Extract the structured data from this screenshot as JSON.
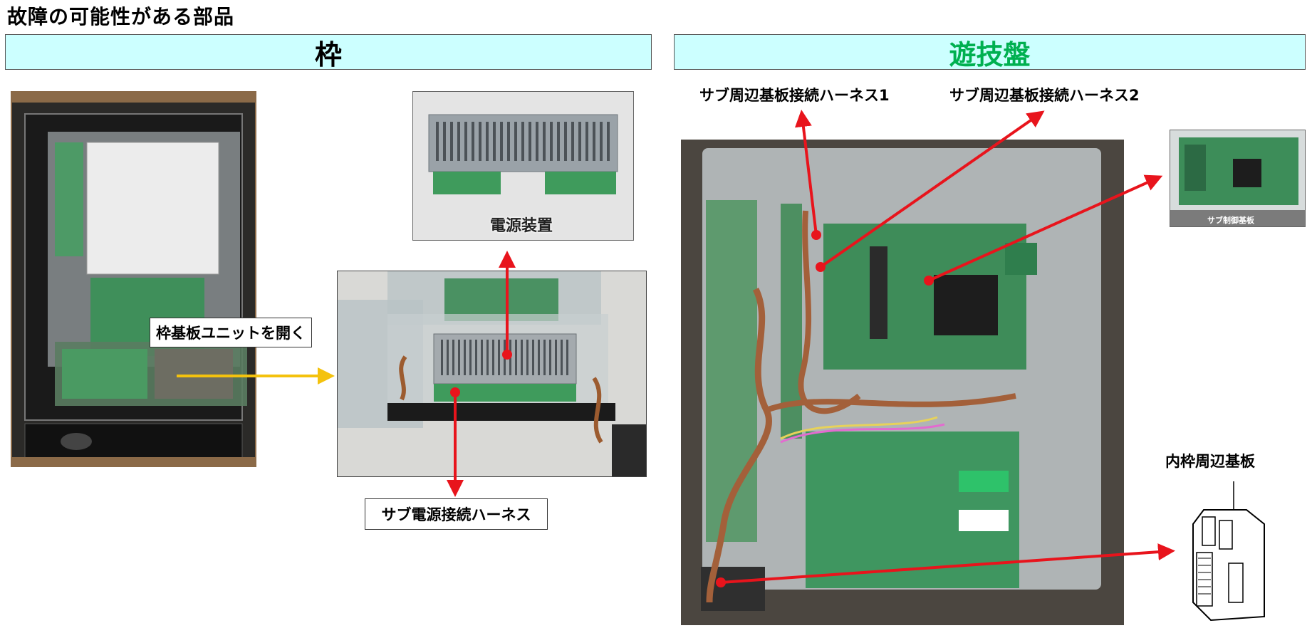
{
  "page": {
    "title": "故障の可能性がある部品"
  },
  "sections": {
    "frame": {
      "header": "枠"
    },
    "board": {
      "header": "遊技盤",
      "header_color": "#00b050"
    }
  },
  "frame": {
    "open_unit_label": "枠基板ユニットを開く",
    "power_device_caption": "電源装置",
    "sub_power_harness_label": "サブ電源接続ハーネス"
  },
  "board": {
    "harness1_label": "サブ周辺基板接続ハーネス1",
    "harness2_label": "サブ周辺基板接続ハーネス2",
    "sub_control_board_caption": "サブ制御基板",
    "inner_frame_board_label": "内枠周辺基板"
  },
  "colors": {
    "header_bg": "#ccffff",
    "callout_red": "#e8141c",
    "open_arrow_yellow": "#f4c20d",
    "pcb_green": "#2f8a4e"
  }
}
